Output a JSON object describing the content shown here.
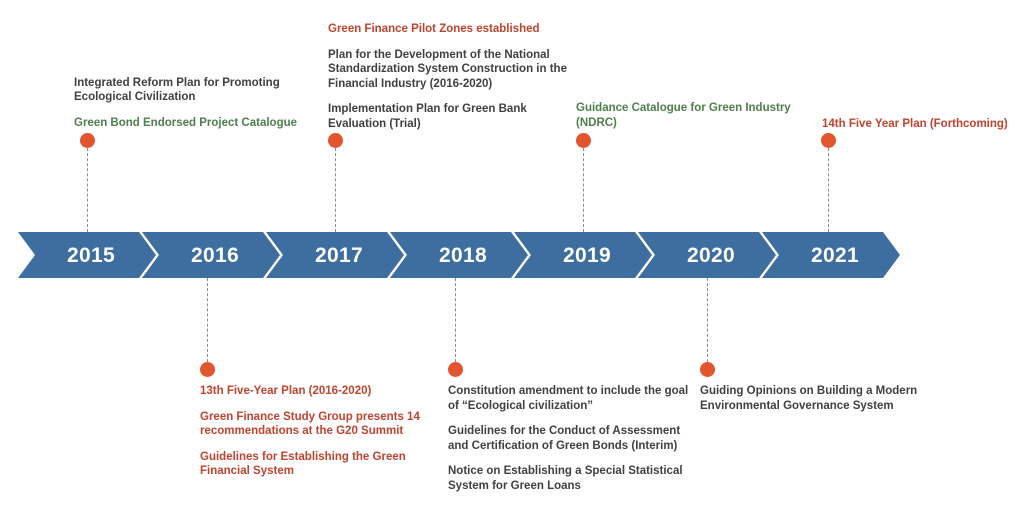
{
  "meta": {
    "title": "China Green Finance Policy Timeline",
    "colors": {
      "bar_blue": "#3d6e9f",
      "marker_orange": "#e2552e",
      "text_gray": "#414042",
      "text_green": "#4f7f4d",
      "text_red": "#c0442e",
      "stem_gray": "#8a8a8a",
      "background": "#ffffff"
    }
  },
  "timeline": {
    "years": [
      {
        "label": "2015"
      },
      {
        "label": "2016"
      },
      {
        "label": "2017"
      },
      {
        "label": "2018"
      },
      {
        "label": "2019"
      },
      {
        "label": "2020"
      },
      {
        "label": "2021"
      }
    ]
  },
  "annotations": {
    "y2015": {
      "year": "2015",
      "position": "above",
      "notes": [
        {
          "text": "Integrated Reform Plan for Promoting Ecological Civilization",
          "color": "gray"
        },
        {
          "text": "Green Bond Endorsed Project Catalogue",
          "color": "green"
        }
      ]
    },
    "y2016": {
      "year": "2016",
      "position": "below",
      "notes": [
        {
          "text": "13th Five-Year Plan (2016-2020)",
          "color": "red"
        },
        {
          "text": "Green Finance Study Group presents 14 recommendations at the G20 Summit",
          "color": "red"
        },
        {
          "text": "Guidelines for Establishing the Green Financial System",
          "color": "red"
        }
      ]
    },
    "y2017": {
      "year": "2017",
      "position": "above",
      "notes": [
        {
          "text": "Green Finance Pilot Zones established",
          "color": "red"
        },
        {
          "text": "Plan for the Development of the National Standardization System Construction in the Financial Industry (2016-2020)",
          "color": "gray"
        },
        {
          "text": "Implementation Plan for Green Bank Evaluation (Trial)",
          "color": "gray"
        }
      ]
    },
    "y2018": {
      "year": "2018",
      "position": "below",
      "notes": [
        {
          "text": "Constitution amendment to include the goal of “Ecological civilization”",
          "color": "gray"
        },
        {
          "text": "Guidelines for the Conduct of Assessment and Certification of Green Bonds (Interim)",
          "color": "gray"
        },
        {
          "text": "Notice on Establishing a Special Statistical System for Green Loans",
          "color": "gray"
        }
      ]
    },
    "y2019": {
      "year": "2019",
      "position": "above",
      "notes": [
        {
          "text": "Guidance Catalogue for Green Industry (NDRC)",
          "color": "green"
        }
      ]
    },
    "y2020": {
      "year": "2020",
      "position": "below",
      "notes": [
        {
          "text": "Guiding Opinions on Building a Modern Environmental Governance System",
          "color": "gray"
        }
      ]
    },
    "y2021": {
      "year": "2021",
      "position": "above",
      "notes": [
        {
          "text": "14th Five Year Plan (Forthcoming)",
          "color": "red"
        }
      ]
    }
  }
}
